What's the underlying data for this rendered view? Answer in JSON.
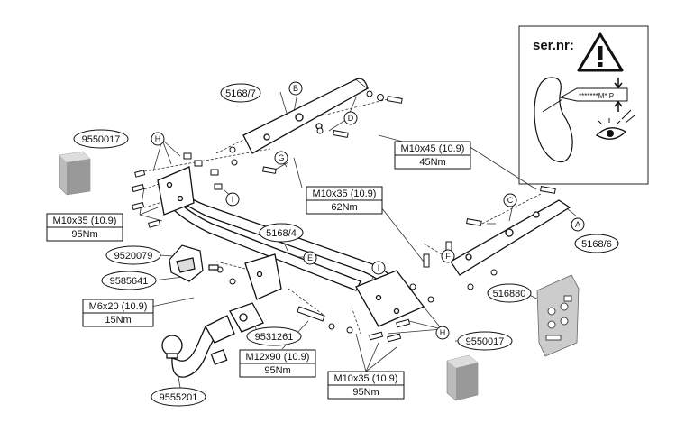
{
  "parts": {
    "p1": "5168/7",
    "p2": "9550017",
    "p3": "5168/4",
    "p4": "9520079",
    "p5": "9585641",
    "p6": "5168/6",
    "p7": "516880",
    "p8": "9531261",
    "p9": "9550017",
    "p10": "9555201"
  },
  "bolts": {
    "b1": {
      "spec": "M10x45 (10.9)",
      "torque": "45Nm"
    },
    "b2": {
      "spec": "M10x35 (10.9)",
      "torque": "62Nm"
    },
    "b3": {
      "spec": "M10x35 (10.9)",
      "torque": "95Nm"
    },
    "b4": {
      "spec": "M6x20 (10.9)",
      "torque": "15Nm"
    },
    "b5": {
      "spec": "M12x90 (10.9)",
      "torque": "95Nm"
    },
    "b6": {
      "spec": "M10x35 (10.9)",
      "torque": "95Nm"
    }
  },
  "letters": {
    "A": "A",
    "B": "B",
    "C": "C",
    "D": "D",
    "E": "E",
    "F": "F",
    "G": "G",
    "H1": "H",
    "H2": "H",
    "I1": "I",
    "I2": "I"
  },
  "inset": {
    "title": "ser.nr:",
    "plate_text": "*******M* P",
    "warning_icon": "warning-triangle-icon",
    "eye_icon": "eye-icon"
  }
}
